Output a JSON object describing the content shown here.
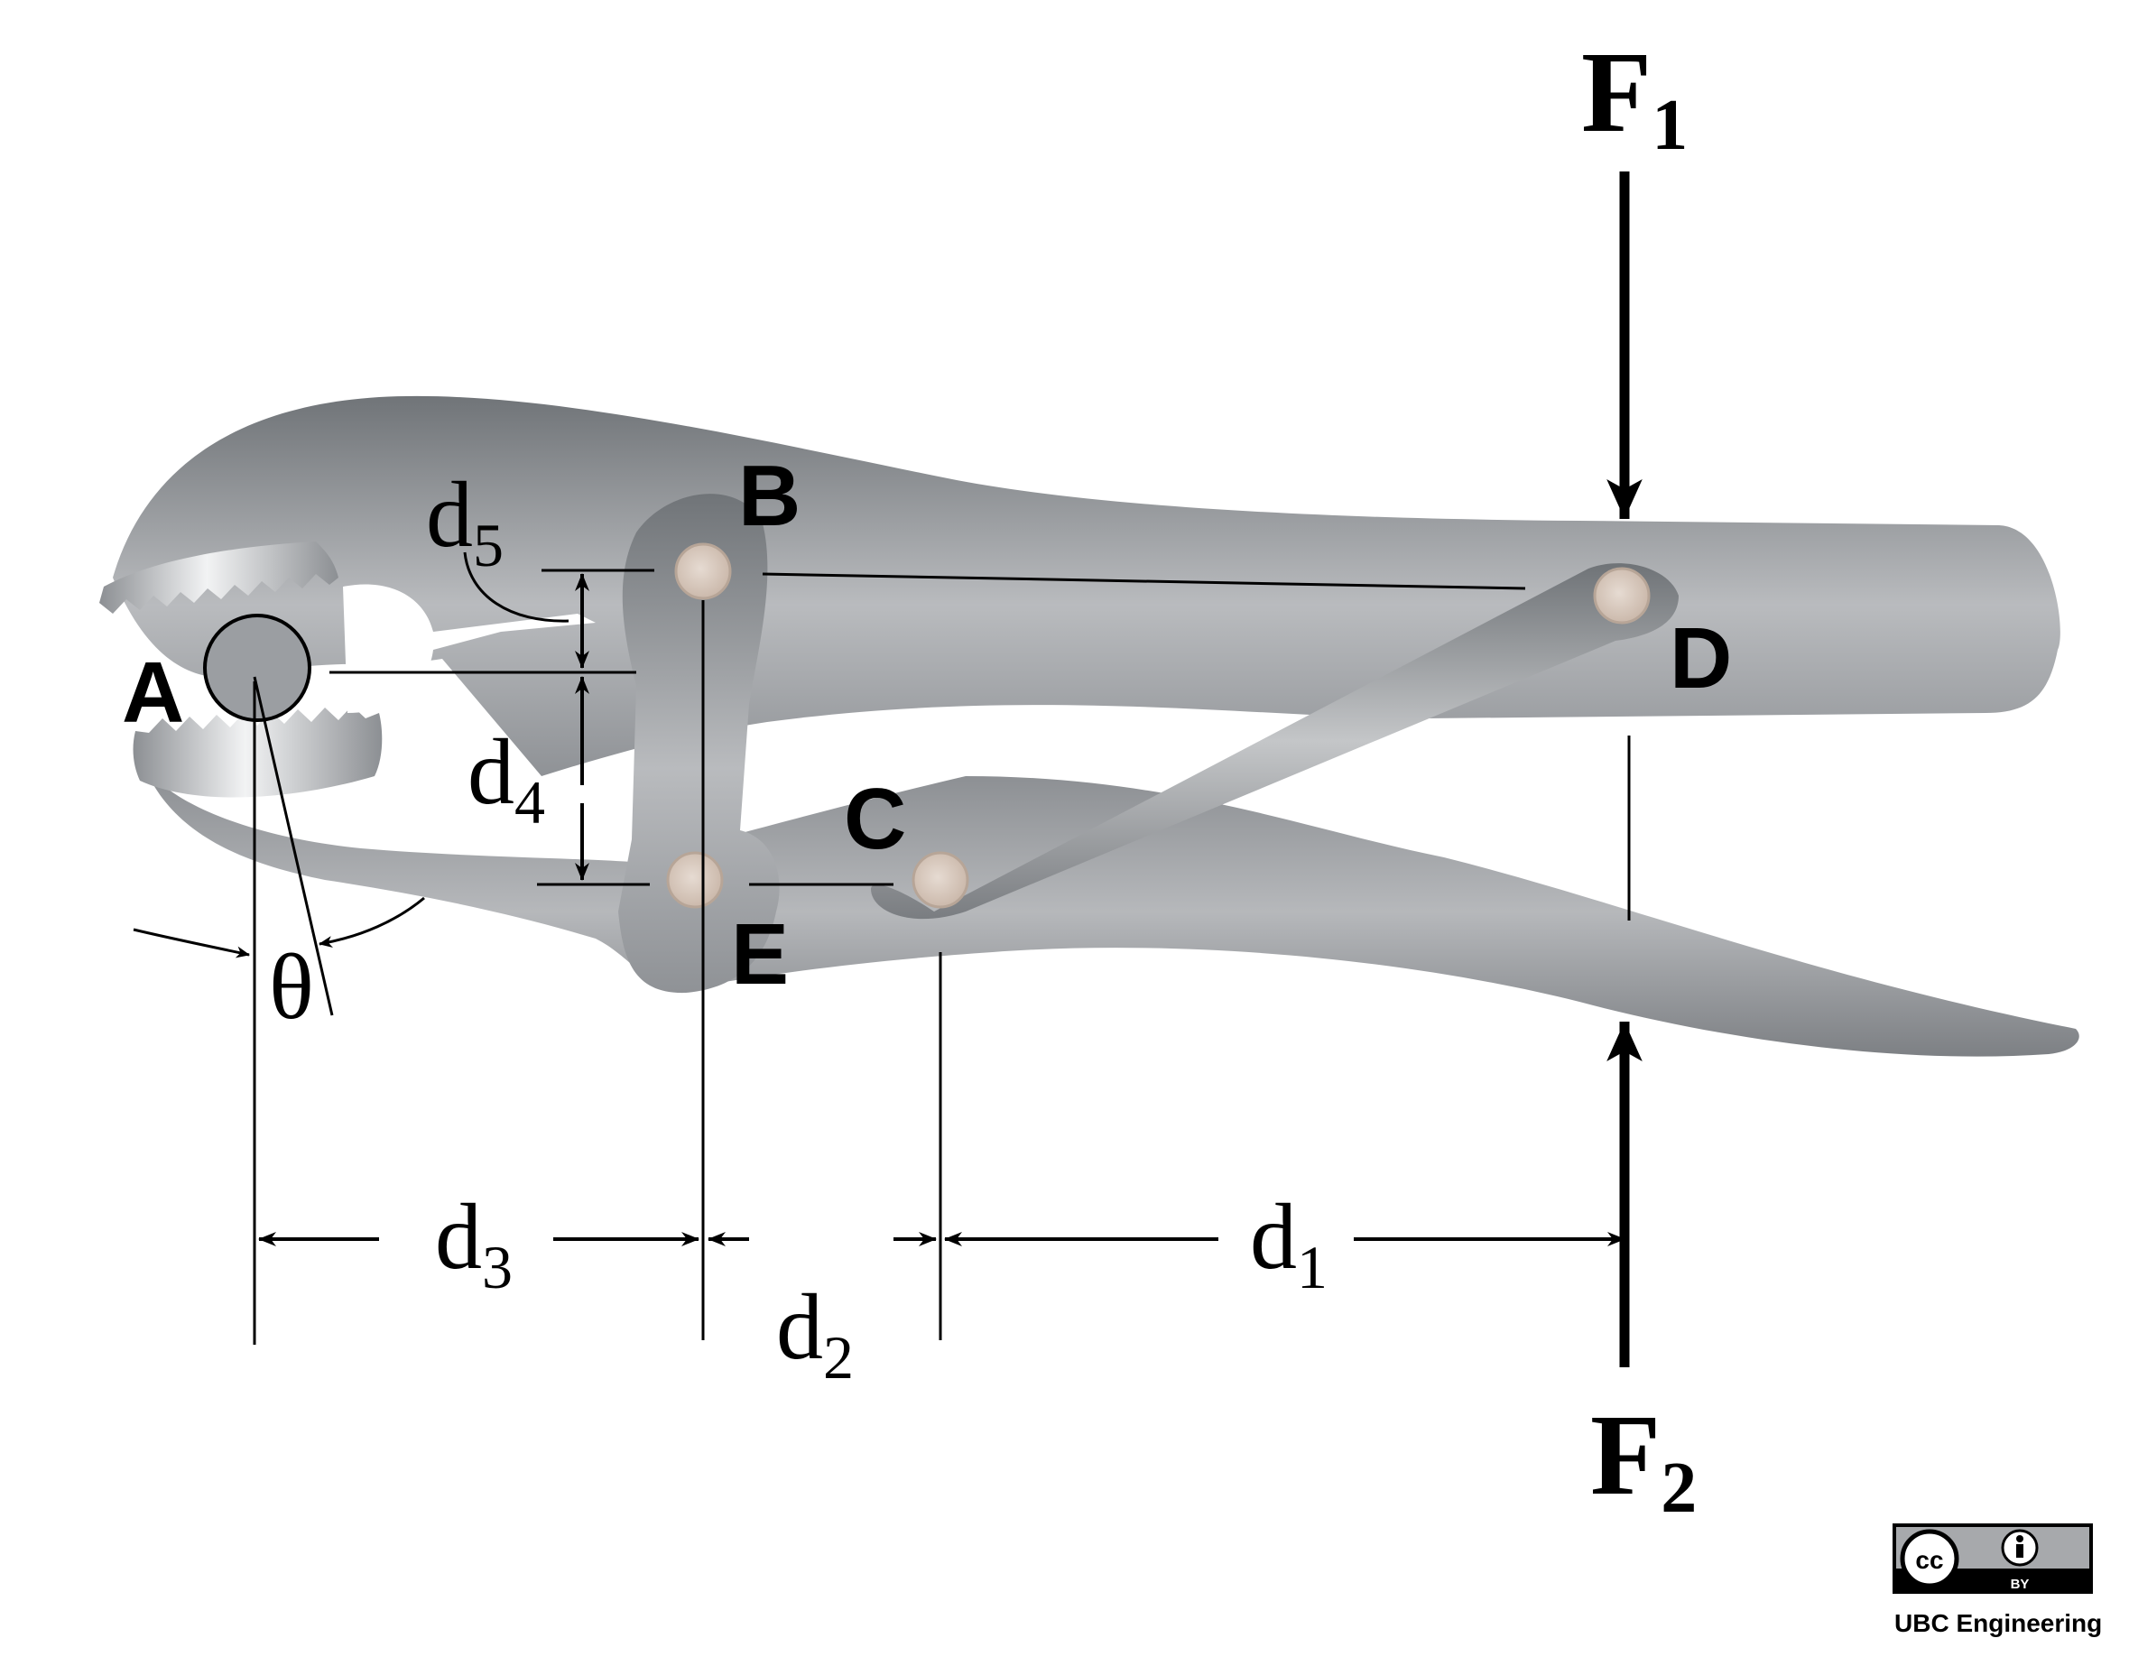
{
  "points": {
    "A": "A",
    "B": "B",
    "C": "C",
    "D": "D",
    "E": "E"
  },
  "dimensions": {
    "d1": {
      "base": "d",
      "sub": "1"
    },
    "d2": {
      "base": "d",
      "sub": "2"
    },
    "d3": {
      "base": "d",
      "sub": "3"
    },
    "d4": {
      "base": "d",
      "sub": "4"
    },
    "d5": {
      "base": "d",
      "sub": "5"
    }
  },
  "angle": "θ",
  "forces": {
    "F1": {
      "base": "F",
      "sub": "1"
    },
    "F2": {
      "base": "F",
      "sub": "2"
    }
  },
  "license": {
    "cc": "cc",
    "by": "BY"
  },
  "credit": "UBC Engineering",
  "colors": {
    "metal": "#a7a9ac",
    "metal_dark": "#76797d",
    "pin": "#d7c8bd",
    "ink": "#000000"
  }
}
